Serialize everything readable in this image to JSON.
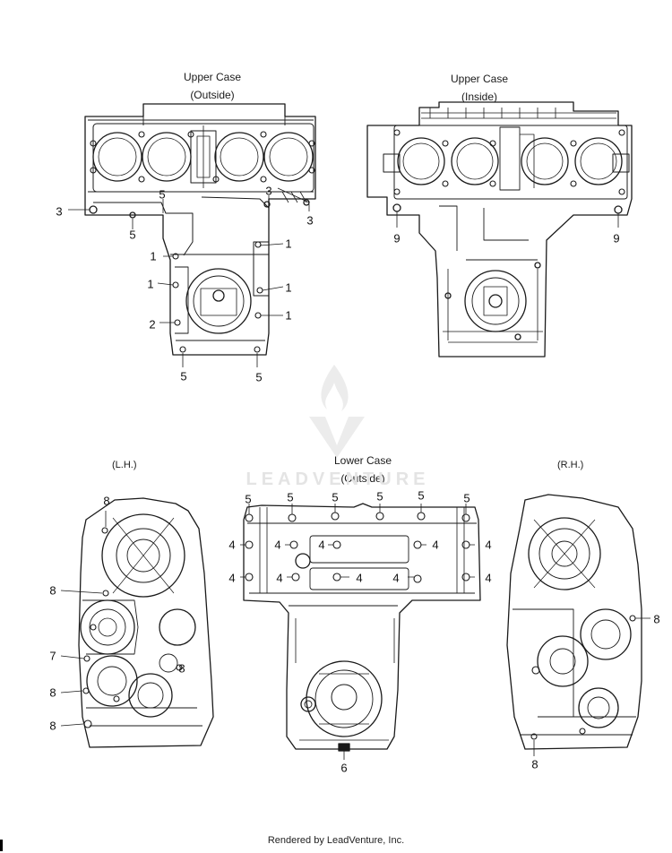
{
  "titles": {
    "upper_outside": {
      "line1": "Upper Case",
      "line2": "(Outside)"
    },
    "upper_inside": {
      "line1": "Upper Case",
      "line2": "(Inside)"
    },
    "lower_outside": {
      "line1": "Lower Case",
      "line2": "(Outside)"
    },
    "lh": "(L.H.)",
    "rh": "(R.H.)"
  },
  "callouts": {
    "uo": [
      "3",
      "5",
      "3",
      "3",
      "5",
      "1",
      "1",
      "1",
      "1",
      "1",
      "2",
      "5",
      "5"
    ],
    "ui": [
      "9",
      "9"
    ],
    "lo": [
      "5",
      "5",
      "5",
      "5",
      "5",
      "5",
      "4",
      "4",
      "4",
      "4",
      "4",
      "4",
      "4",
      "4",
      "4",
      "4",
      "6"
    ],
    "lh": [
      "8",
      "8",
      "7",
      "8",
      "8",
      "8"
    ],
    "rh": [
      "8",
      "8"
    ]
  },
  "watermark": "LEADVENTURE",
  "footer": "Rendered by LeadVenture, Inc."
}
